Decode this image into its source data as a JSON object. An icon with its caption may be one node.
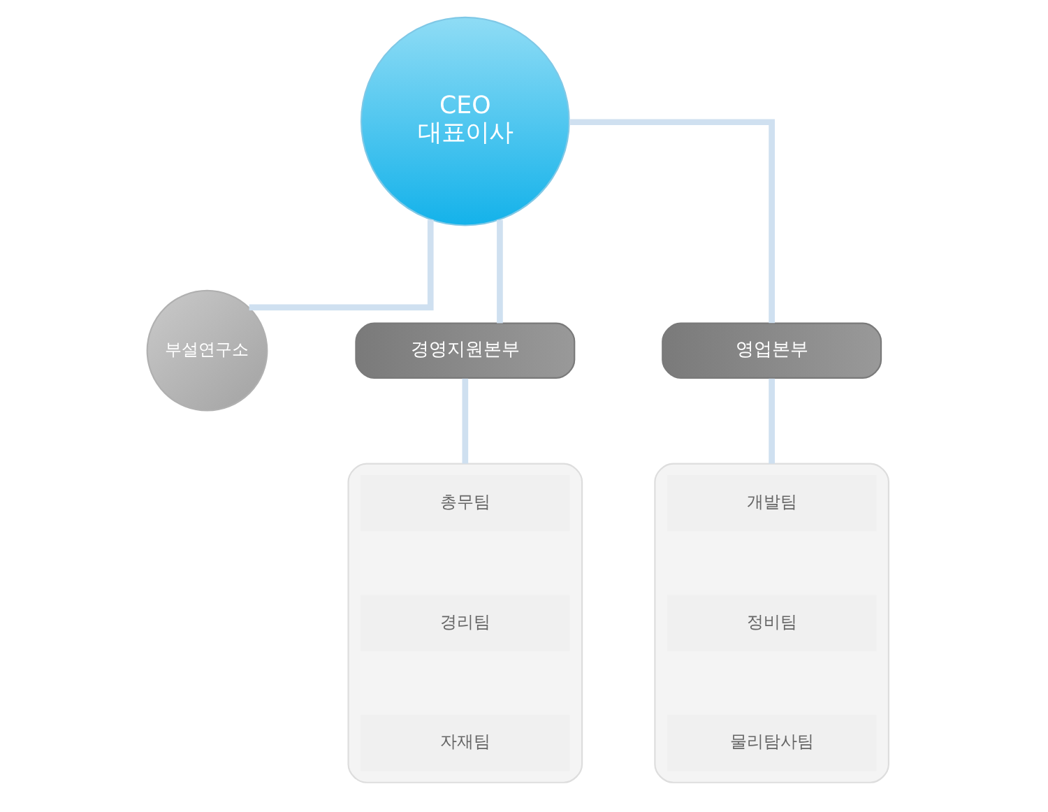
{
  "diagram": {
    "nodes": [
      {
        "text": [
          "CEO",
          "대표이사"
        ]
      },
      {
        "text": [
          "부설연구소"
        ]
      },
      {
        "text": [
          "경영지원본부"
        ]
      },
      {
        "text": [
          "영업본부"
        ]
      },
      {
        "text": [],
        "shape": "box"
      },
      {
        "text": [
          "총무팀"
        ],
        "in": 4
      },
      {
        "text": [
          "경리팀"
        ],
        "in": 4
      },
      {
        "text": [
          "자재팀"
        ],
        "in": 4
      },
      {
        "text": [],
        "shape": "box"
      },
      {
        "text": [
          "개발팀"
        ],
        "in": 8
      },
      {
        "text": [
          "정비팀"
        ],
        "in": 8
      },
      {
        "text": [
          "물리탐사팀"
        ],
        "in": 8
      }
    ],
    "edges": [
      {
        "from": 0,
        "to": 1,
        "arrow": "none"
      },
      {
        "from": 0,
        "to": 2,
        "arrow": "none"
      },
      {
        "from": 0,
        "to": 3,
        "arrow": "none"
      },
      {
        "from": 2,
        "to": 4,
        "arrow": "none"
      },
      {
        "from": 3,
        "to": 8,
        "arrow": "none"
      }
    ]
  }
}
